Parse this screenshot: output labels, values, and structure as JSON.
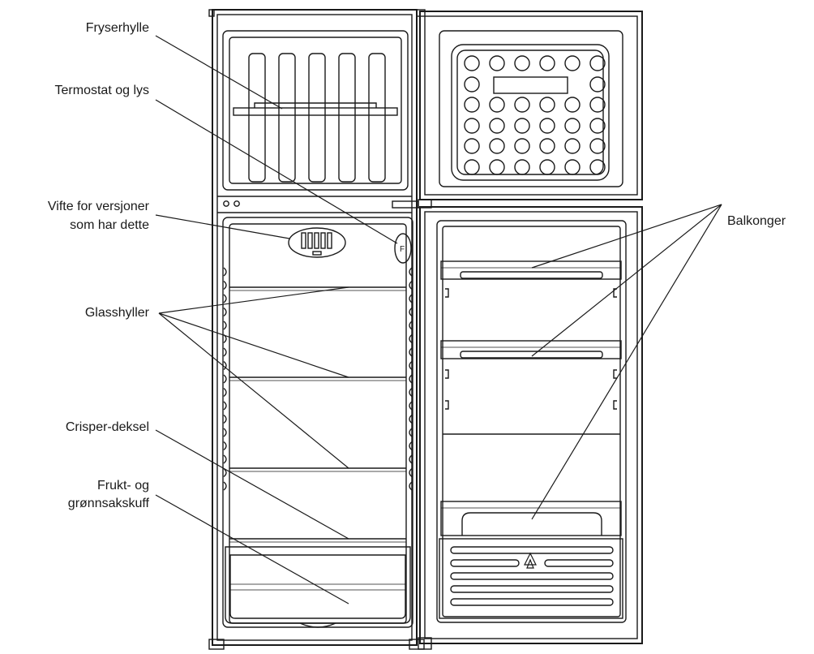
{
  "labels": {
    "freezer_shelf": "Fryserhylle",
    "thermostat_light": "Termostat og lys",
    "fan_line1": "Vifte for versjoner",
    "fan_line2": "som har dette",
    "glass_shelves": "Glasshyller",
    "crisper_cover": "Crisper-deksel",
    "crisper_drawer_line1": "Frukt- og",
    "crisper_drawer_line2": "grønnsakskuff",
    "balconies": "Balkonger"
  },
  "colors": {
    "line": "#1a1a1a",
    "background": "#ffffff"
  }
}
